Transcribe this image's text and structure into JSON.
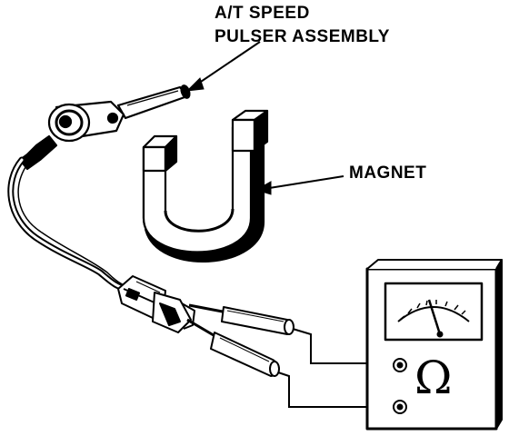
{
  "labels": {
    "pulser_line1": "A/T SPEED",
    "pulser_line2": "PULSER ASSEMBLY",
    "magnet": "MAGNET"
  },
  "meter": {
    "unit_symbol": "Ω"
  },
  "colors": {
    "ink": "#000000",
    "paper": "#ffffff",
    "shade": "#1a1a1a"
  }
}
